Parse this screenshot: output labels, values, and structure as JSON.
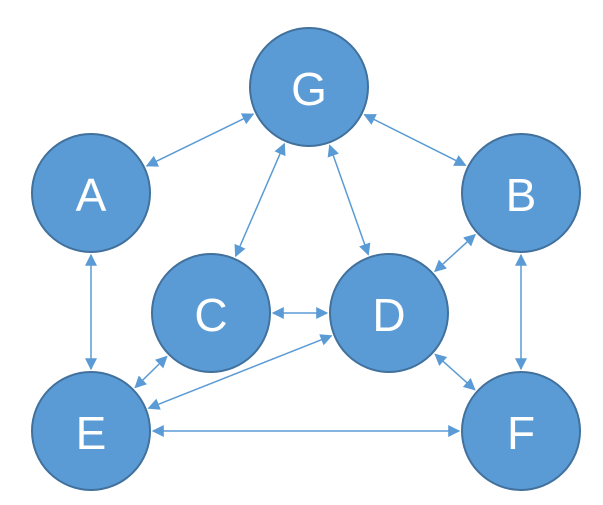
{
  "colors": {
    "node_fill": "#5b9bd5",
    "node_stroke": "#41719c",
    "edge": "#5b9bd5",
    "label": "#ffffff",
    "background": "#ffffff"
  },
  "nodes": [
    {
      "id": "G",
      "label": "G"
    },
    {
      "id": "A",
      "label": "A"
    },
    {
      "id": "B",
      "label": "B"
    },
    {
      "id": "C",
      "label": "C"
    },
    {
      "id": "D",
      "label": "D"
    },
    {
      "id": "E",
      "label": "E"
    },
    {
      "id": "F",
      "label": "F"
    }
  ],
  "edges": [
    {
      "from": "A",
      "to": "G",
      "direction": "both"
    },
    {
      "from": "G",
      "to": "B",
      "direction": "both"
    },
    {
      "from": "G",
      "to": "C",
      "direction": "both"
    },
    {
      "from": "G",
      "to": "D",
      "direction": "both"
    },
    {
      "from": "D",
      "to": "B",
      "direction": "both"
    },
    {
      "from": "C",
      "to": "D",
      "direction": "both"
    },
    {
      "from": "A",
      "to": "E",
      "direction": "both"
    },
    {
      "from": "C",
      "to": "E",
      "direction": "both"
    },
    {
      "from": "E",
      "to": "D",
      "direction": "both"
    },
    {
      "from": "E",
      "to": "F",
      "direction": "both"
    },
    {
      "from": "D",
      "to": "F",
      "direction": "both"
    },
    {
      "from": "B",
      "to": "F",
      "direction": "both"
    }
  ]
}
